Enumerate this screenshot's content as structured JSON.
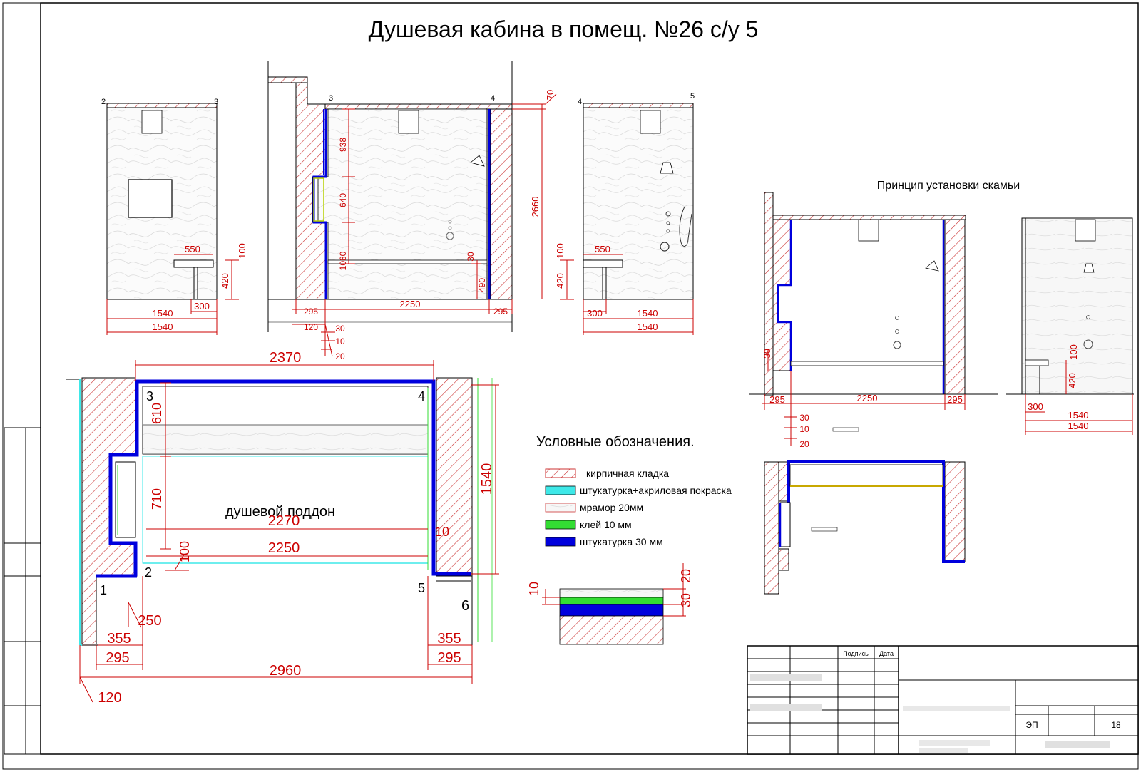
{
  "title": "Душевая кабина в помещ. №26 с/у  5",
  "bench_title": "Принцип установки скамьи",
  "legend": {
    "heading": "Условные обозначения.",
    "items": [
      {
        "label": "кирпичная кладка",
        "swatch": "hatch"
      },
      {
        "label": "штукатурка+акриловая покраска",
        "swatch": "#3ee8e8"
      },
      {
        "label": "мрамор 20мм",
        "swatch": "marble"
      },
      {
        "label": "клей 10 мм",
        "swatch": "#33dd33"
      },
      {
        "label": "штукатурка 30 мм",
        "swatch": "#0000dd"
      }
    ]
  },
  "colors": {
    "dimension": "#cc0000",
    "plaster": "#0000dd",
    "glue": "#33dd33",
    "acrylic": "#3ee8e8",
    "brick": "#cc3333"
  },
  "elevation_left": {
    "corners": [
      "2",
      "3"
    ],
    "dims": {
      "d550": "550",
      "d100": "100",
      "d420": "420",
      "d1540a": "1540",
      "d1540b": "1540",
      "d300": "300"
    }
  },
  "elevation_middle": {
    "corners": [
      "3",
      "4"
    ],
    "dims": {
      "d70": "70",
      "d2660": "2660",
      "d938": "938",
      "d640": "640",
      "d1080": "1080",
      "d30a": "30",
      "d490": "490",
      "d295l": "295",
      "d295r": "295",
      "d2250": "2250",
      "d120": "120",
      "d30b": "30",
      "d10": "10",
      "d20": "20"
    }
  },
  "elevation_right": {
    "corners": [
      "4",
      "5"
    ],
    "dims": {
      "d550": "550",
      "d100": "100",
      "d420": "420",
      "d300": "300",
      "d1540a": "1540",
      "d1540b": "1540"
    }
  },
  "plan": {
    "corners": [
      "3",
      "4",
      "2",
      "1",
      "5",
      "6"
    ],
    "tray_label": "душевой поддон",
    "dims": {
      "d2370": "2370",
      "d610": "610",
      "d710": "710",
      "d1540": "1540",
      "d2270": "2270",
      "d10": "10",
      "d2250": "2250",
      "d100": "100",
      "d250": "250",
      "d355l": "355",
      "d295l": "295",
      "d355r": "355",
      "d295r": "295",
      "d2960": "2960",
      "d120": "120"
    }
  },
  "layer_section": {
    "dims": {
      "d10": "10",
      "d30": "30",
      "d20": "20"
    }
  },
  "bench_elevation": {
    "dims": {
      "d30": "30",
      "d295l": "295",
      "d2250": "2250",
      "d295r": "295",
      "d30b": "30",
      "d10": "10",
      "d20": "20"
    }
  },
  "bench_side": {
    "dims": {
      "d100": "100",
      "d420": "420",
      "d300": "300",
      "d1540a": "1540",
      "d1540b": "1540"
    }
  },
  "title_block": {
    "col_a": "Подпись",
    "col_b": "Дата",
    "sheet_code": "ЭП",
    "sheet_number": "18"
  }
}
